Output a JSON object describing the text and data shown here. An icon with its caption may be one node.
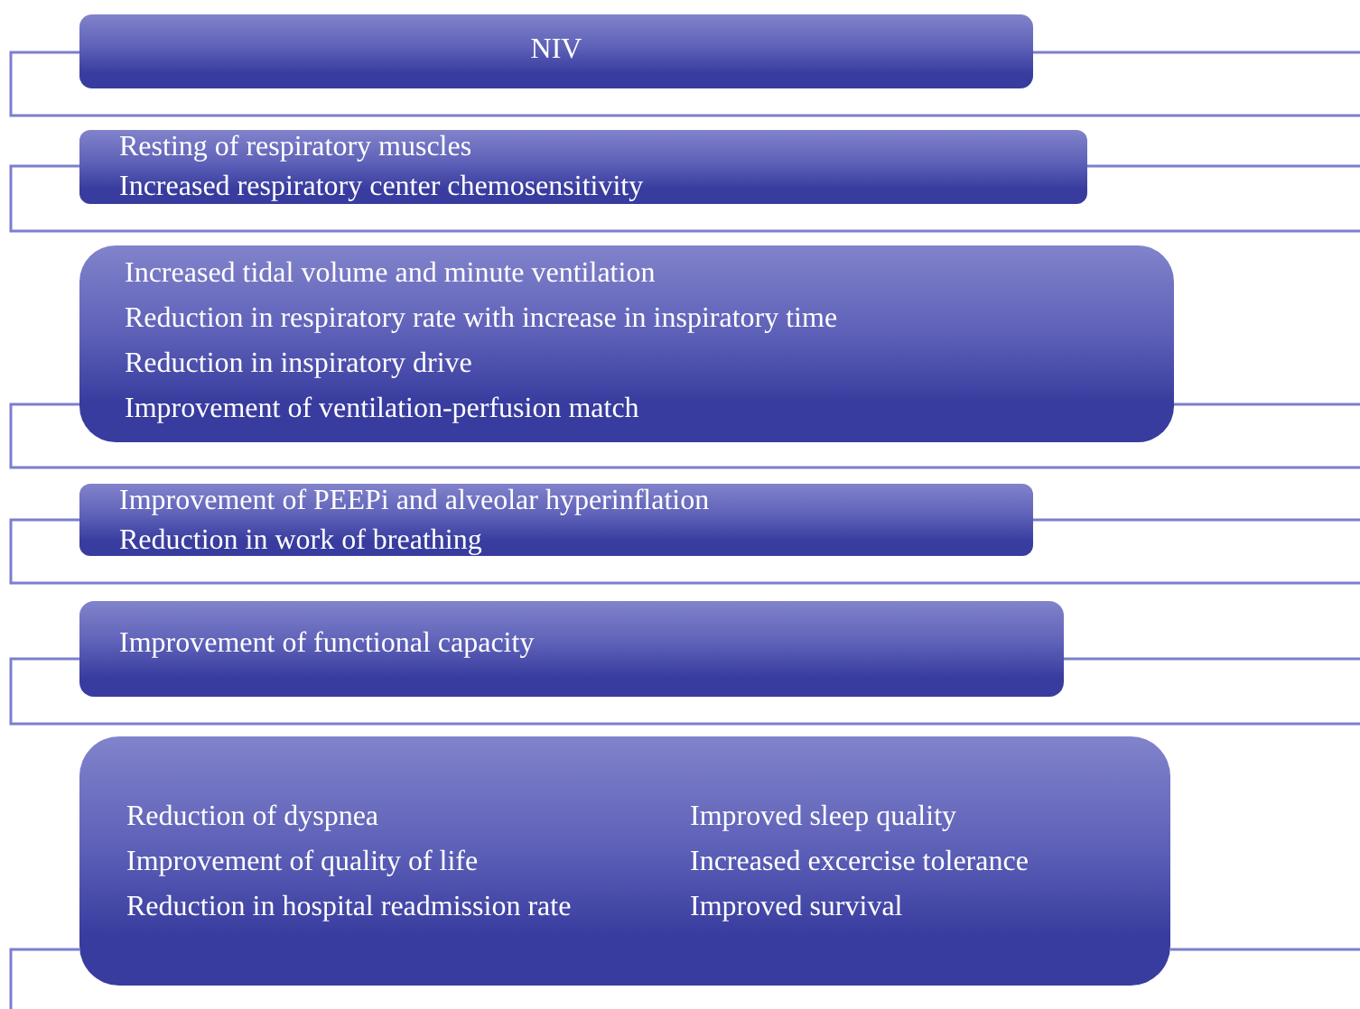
{
  "diagram": {
    "nodes": [
      {
        "text": [
          "NIV"
        ]
      },
      {
        "text": [
          "Resting of respiratory muscles",
          "Increased respiratory center chemosensitivity"
        ]
      },
      {
        "text": [
          "Increased tidal volume and minute ventilation",
          "Reduction in respiratory rate with increase in inspiratory time",
          "Reduction in inspiratory drive",
          "Improvement of ventilation-perfusion match"
        ]
      },
      {
        "text": [
          "Improvement of PEEPi and alveolar hyperinflation",
          "Reduction in work of breathing"
        ]
      },
      {
        "text": [
          "Improvement of functional capacity"
        ]
      },
      {
        "text": [
          "Reduction of dyspnea",
          "Improvement of quality of life",
          "Reduction in hospital readmission rate",
          "Improved sleep quality",
          "Increased excercise tolerance",
          "Improved survival"
        ]
      }
    ]
  }
}
